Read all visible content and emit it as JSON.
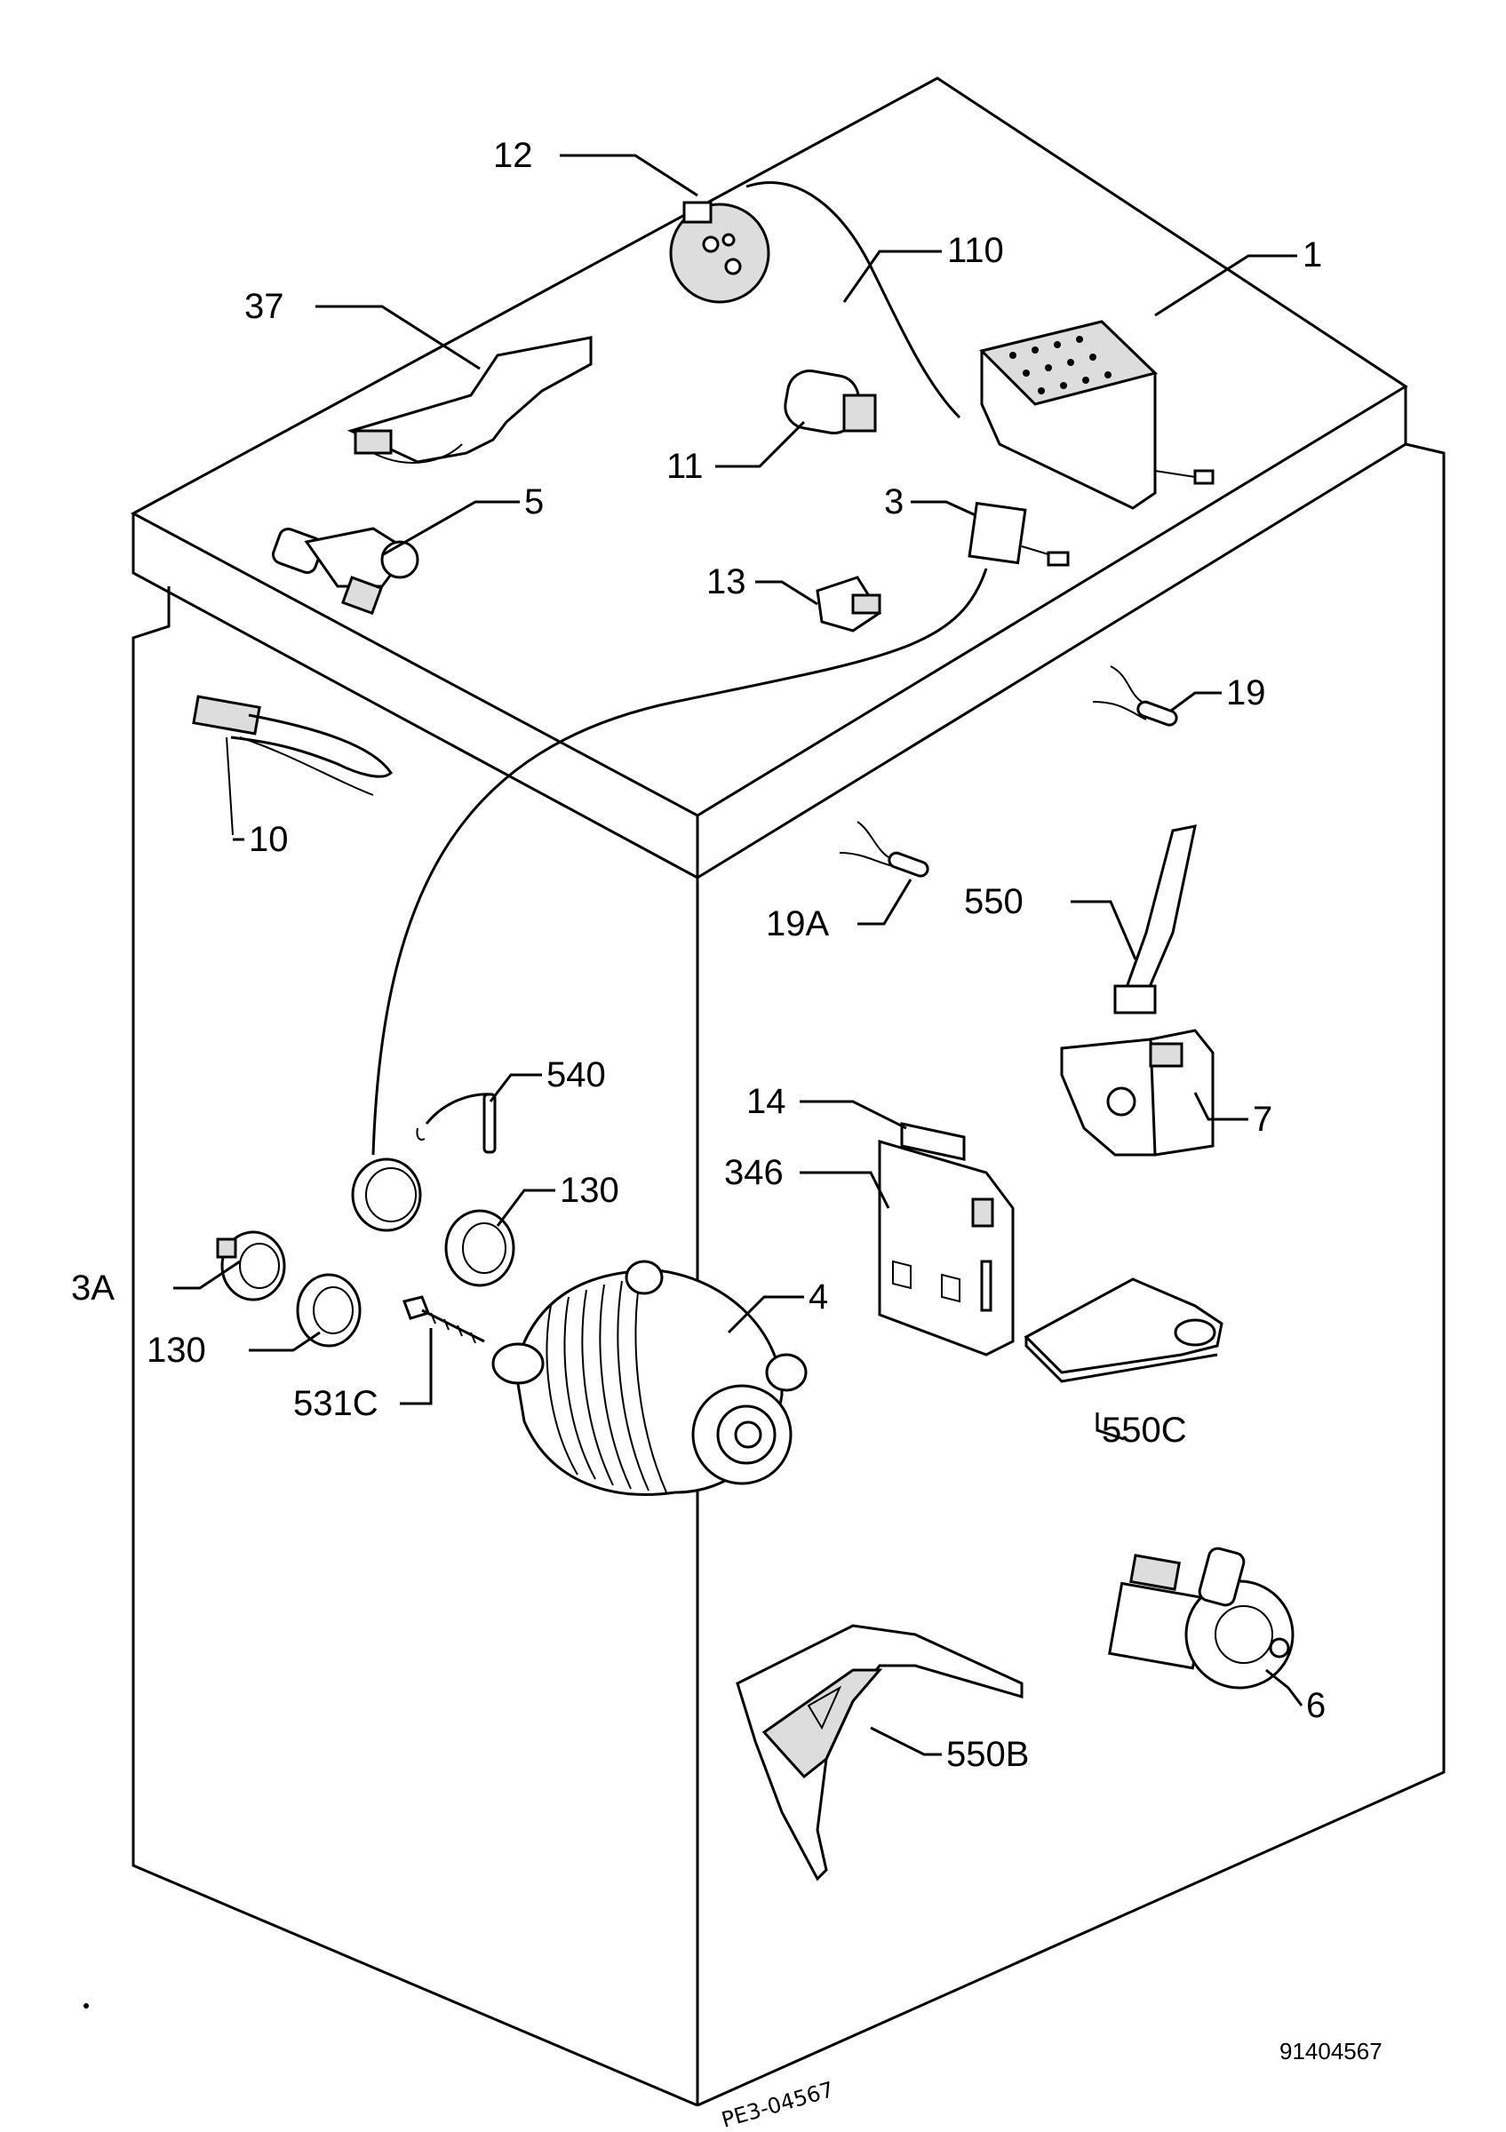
{
  "labels": {
    "p1": "1",
    "p3": "3",
    "p3a": "3A",
    "p4": "4",
    "p5": "5",
    "p6": "6",
    "p7": "7",
    "p10": "10",
    "p11": "11",
    "p12": "12",
    "p13": "13",
    "p14": "14",
    "p19": "19",
    "p19a": "19A",
    "p37": "37",
    "p110": "110",
    "p130a": "130",
    "p130b": "130",
    "p346": "346",
    "p531c": "531C",
    "p540": "540",
    "p550": "550",
    "p550b": "550B",
    "p550c": "550C"
  },
  "footer": {
    "drawing_code": "PE3-04567",
    "document_number": "91404567"
  }
}
